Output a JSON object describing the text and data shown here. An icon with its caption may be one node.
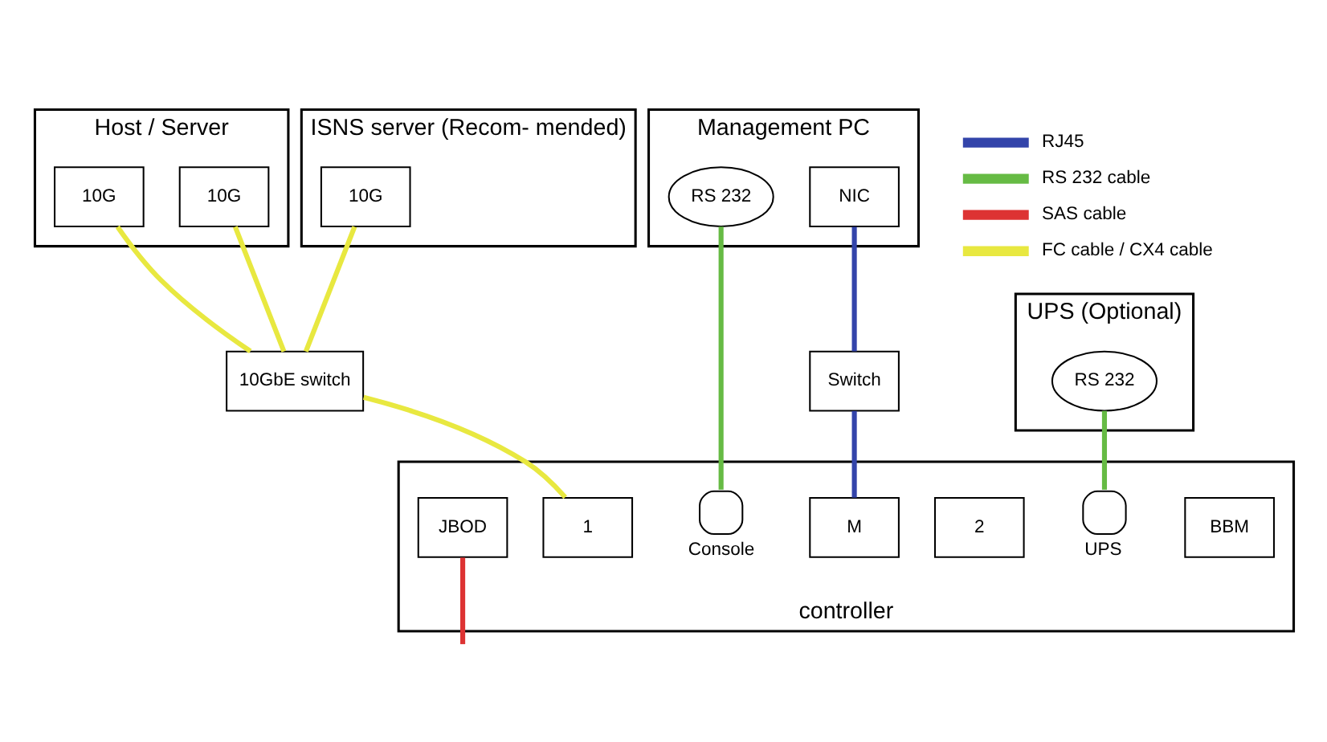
{
  "diagram": {
    "nodes": [
      {
        "text": [
          "Host / Server"
        ]
      },
      {
        "text": [
          "10G"
        ],
        "in": 0
      },
      {
        "text": [
          "10G"
        ],
        "in": 0
      },
      {
        "text": [
          "ISNS server (Recom- mended)"
        ]
      },
      {
        "text": [
          "10G"
        ],
        "in": 3
      },
      {
        "text": [
          "Management PC"
        ]
      },
      {
        "text": [
          "RS 232"
        ],
        "in": 5
      },
      {
        "text": [
          "NIC"
        ],
        "in": 5
      },
      {
        "text": [
          "UPS (Optional)"
        ]
      },
      {
        "text": [
          "RS 232"
        ],
        "in": 8
      },
      {
        "text": [
          "10GbE switch"
        ]
      },
      {
        "text": [
          "Switch"
        ]
      },
      {
        "text": [
          "controller"
        ]
      },
      {
        "text": [
          "BBM"
        ],
        "in": 12
      },
      {
        "text": [
          "1"
        ],
        "in": 12
      },
      {
        "text": [
          "2"
        ],
        "in": 12
      },
      {
        "text": [
          "M"
        ],
        "in": 12
      },
      {
        "text": [],
        "shape": "circle",
        "beside": [
          "Console"
        ],
        "in": 12
      },
      {
        "text": [],
        "shape": "circle",
        "beside": [
          "UPS"
        ],
        "in": 12
      },
      {
        "text": [
          "JBOD"
        ],
        "in": 12
      }
    ],
    "edges": [
      {
        "from": 1,
        "to": 10,
        "arrow": "none",
        "color": "#e8e840"
      },
      {
        "from": 2,
        "to": 10,
        "arrow": "none",
        "color": "#e8e840"
      },
      {
        "from": 4,
        "to": 10,
        "arrow": "none",
        "color": "#e8e840"
      },
      {
        "from": 10,
        "to": 14,
        "arrow": "none",
        "color": "#e8e840"
      },
      {
        "from": 7,
        "to": 11,
        "arrow": "none",
        "color": "#3344aa"
      },
      {
        "from": 11,
        "to": 16,
        "arrow": "none",
        "color": "#3344aa"
      },
      {
        "from": 6,
        "to": 17,
        "arrow": "none",
        "color": "#66bb44"
      },
      {
        "from": 9,
        "to": 18,
        "arrow": "none",
        "color": "#66bb44"
      },
      {
        "from": 19,
        "to": null,
        "arrow": "none",
        "color": "#dd3333"
      }
    ],
    "legend": [
      {
        "text": "RJ45",
        "color": "#3344aa"
      },
      {
        "text": "RS 232 cable",
        "color": "#66bb44"
      },
      {
        "text": "SAS cable",
        "color": "#dd3333"
      },
      {
        "text": "FC cable / CX4 cable",
        "color": "#e8e840"
      }
    ]
  }
}
